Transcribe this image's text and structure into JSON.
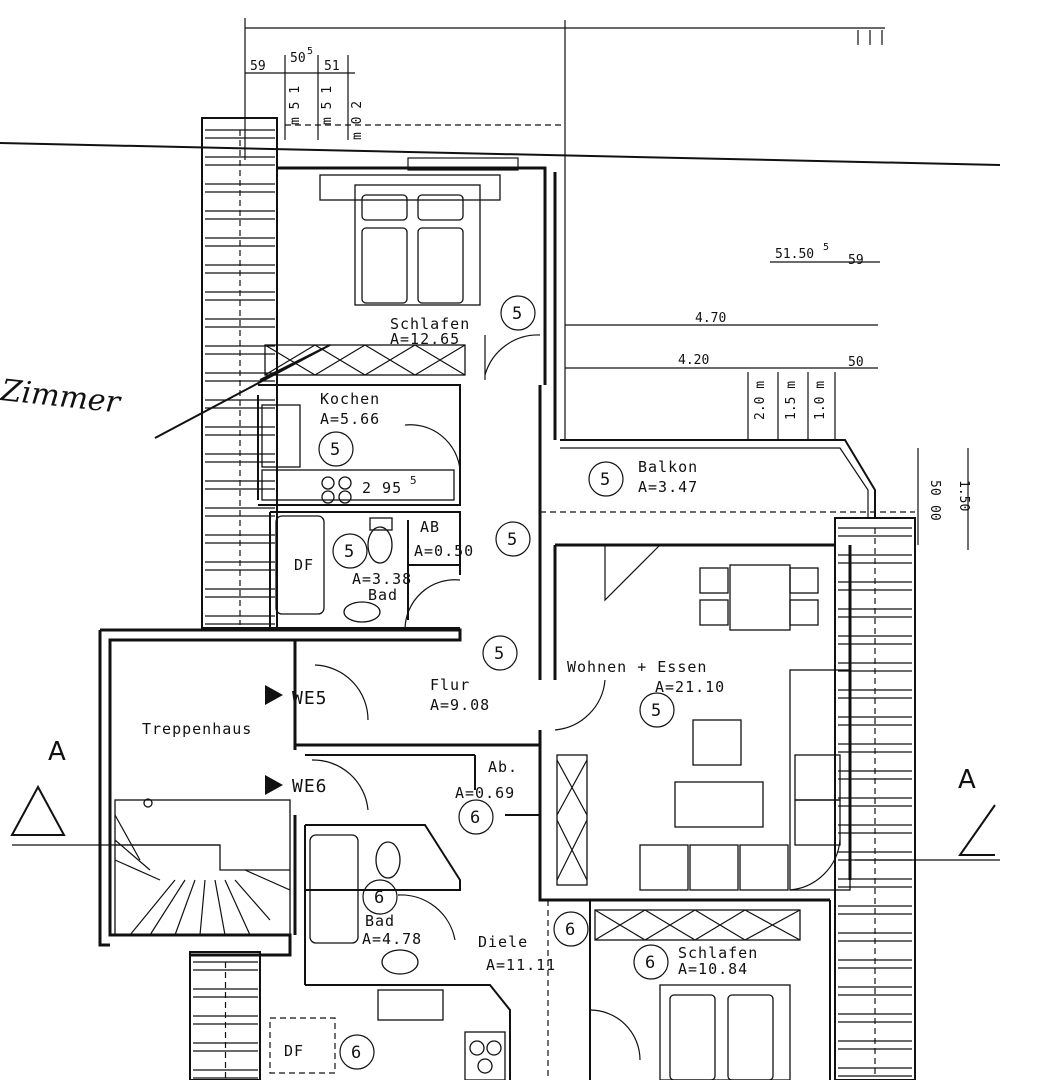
{
  "rooms": {
    "schlafen_top": {
      "name": "Schlafen",
      "area": "A=12.65",
      "unit": "5"
    },
    "kochen": {
      "name": "Kochen",
      "area": "A=5.66",
      "unit": "5",
      "dim": "2 95",
      "dim_sup": "5"
    },
    "bad_top": {
      "name": "Bad",
      "area": "A=3.38",
      "unit": "5",
      "df": "DF"
    },
    "ab_top": {
      "name": "AB",
      "area": "A=0.50",
      "unit": "5"
    },
    "balkon": {
      "name": "Balkon",
      "area": "A=3.47",
      "unit": "5"
    },
    "flur": {
      "name": "Flur",
      "area": "A=9.08",
      "unit": "5"
    },
    "wohnen": {
      "name": "Wohnen + Essen",
      "area": "A=21.10",
      "unit": "5"
    },
    "treppenhaus": {
      "name": "Treppenhaus"
    },
    "we5": "WE5",
    "we6": "WE6",
    "ab_bottom": {
      "name": "Ab.",
      "area": "A=0.69",
      "unit": "6"
    },
    "bad_bottom": {
      "name": "Bad",
      "area": "A=4.78",
      "unit": "6"
    },
    "diele": {
      "name": "Diele",
      "area": "A=11.11",
      "unit": "6"
    },
    "schlafen_bottom": {
      "name": "Schlafen",
      "area": "A=10.84",
      "unit": "6"
    },
    "df_bottom": {
      "df": "DF",
      "unit": "6"
    }
  },
  "dimensions": {
    "top_a": "59",
    "top_b": "50",
    "top_b_sup": "5",
    "top_c": "51",
    "v1": "m 5 1",
    "v2": "m 5 1",
    "v3": "m 0 2",
    "right_a": "51.50",
    "right_a_sup": "5",
    "right_b": "59",
    "d_470": "4.70",
    "d_420": "4.20",
    "d_50": "50",
    "v4": "2.0 m",
    "v5": "1.5 m",
    "v6": "1.0 m",
    "far_50": "50",
    "far_00": "00",
    "far_150": "1.50"
  },
  "section_labels": {
    "left": "A",
    "right": "A"
  },
  "handwriting": "Zimmer"
}
